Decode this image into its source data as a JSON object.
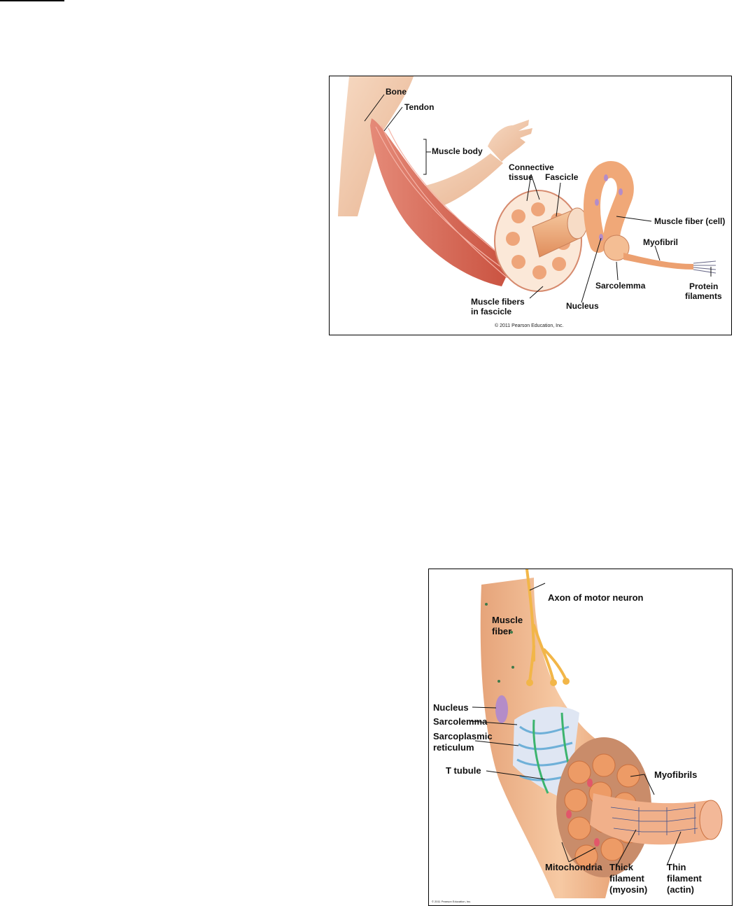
{
  "figure1": {
    "labels": {
      "bone": "Bone",
      "tendon": "Tendon",
      "muscle_body": "Muscle body",
      "connective_1": "Connective",
      "connective_2": "tissue",
      "fascicle": "Fascicle",
      "muscle_fiber_cell": "Muscle fiber (cell)",
      "myofibril": "Myofibril",
      "sarcolemma": "Sarcolemma",
      "nucleus": "Nucleus",
      "protein_1": "Protein",
      "protein_2": "filaments",
      "fibers_fascicle_1": "Muscle fibers",
      "fibers_fascicle_2": "in fascicle"
    },
    "copyright": "© 2011 Pearson Education, Inc."
  },
  "figure2": {
    "labels": {
      "axon": "Axon of motor neuron",
      "muscle_1": "Muscle",
      "muscle_2": "fiber",
      "nucleus": "Nucleus",
      "sarcolemma": "Sarcolemma",
      "sr_1": "Sarcoplasmic",
      "sr_2": "reticulum",
      "t_tubule": "T tubule",
      "myofibrils": "Myofibrils",
      "mitochondria": "Mitochondria",
      "thick_1": "Thick",
      "thick_2": "filament",
      "thick_3": "(myosin)",
      "thin_1": "Thin",
      "thin_2": "filament",
      "thin_3": "(actin)"
    },
    "copyright": "© 2011 Pearson Education, Inc."
  },
  "colors": {
    "skin": "#f2c9a8",
    "muscle": "#d9705f",
    "fiber": "#f0a878",
    "nucleus": "#b48cc8",
    "sr": "#6fb0d8",
    "ttubule": "#3cb46e",
    "axon": "#f2b648"
  }
}
